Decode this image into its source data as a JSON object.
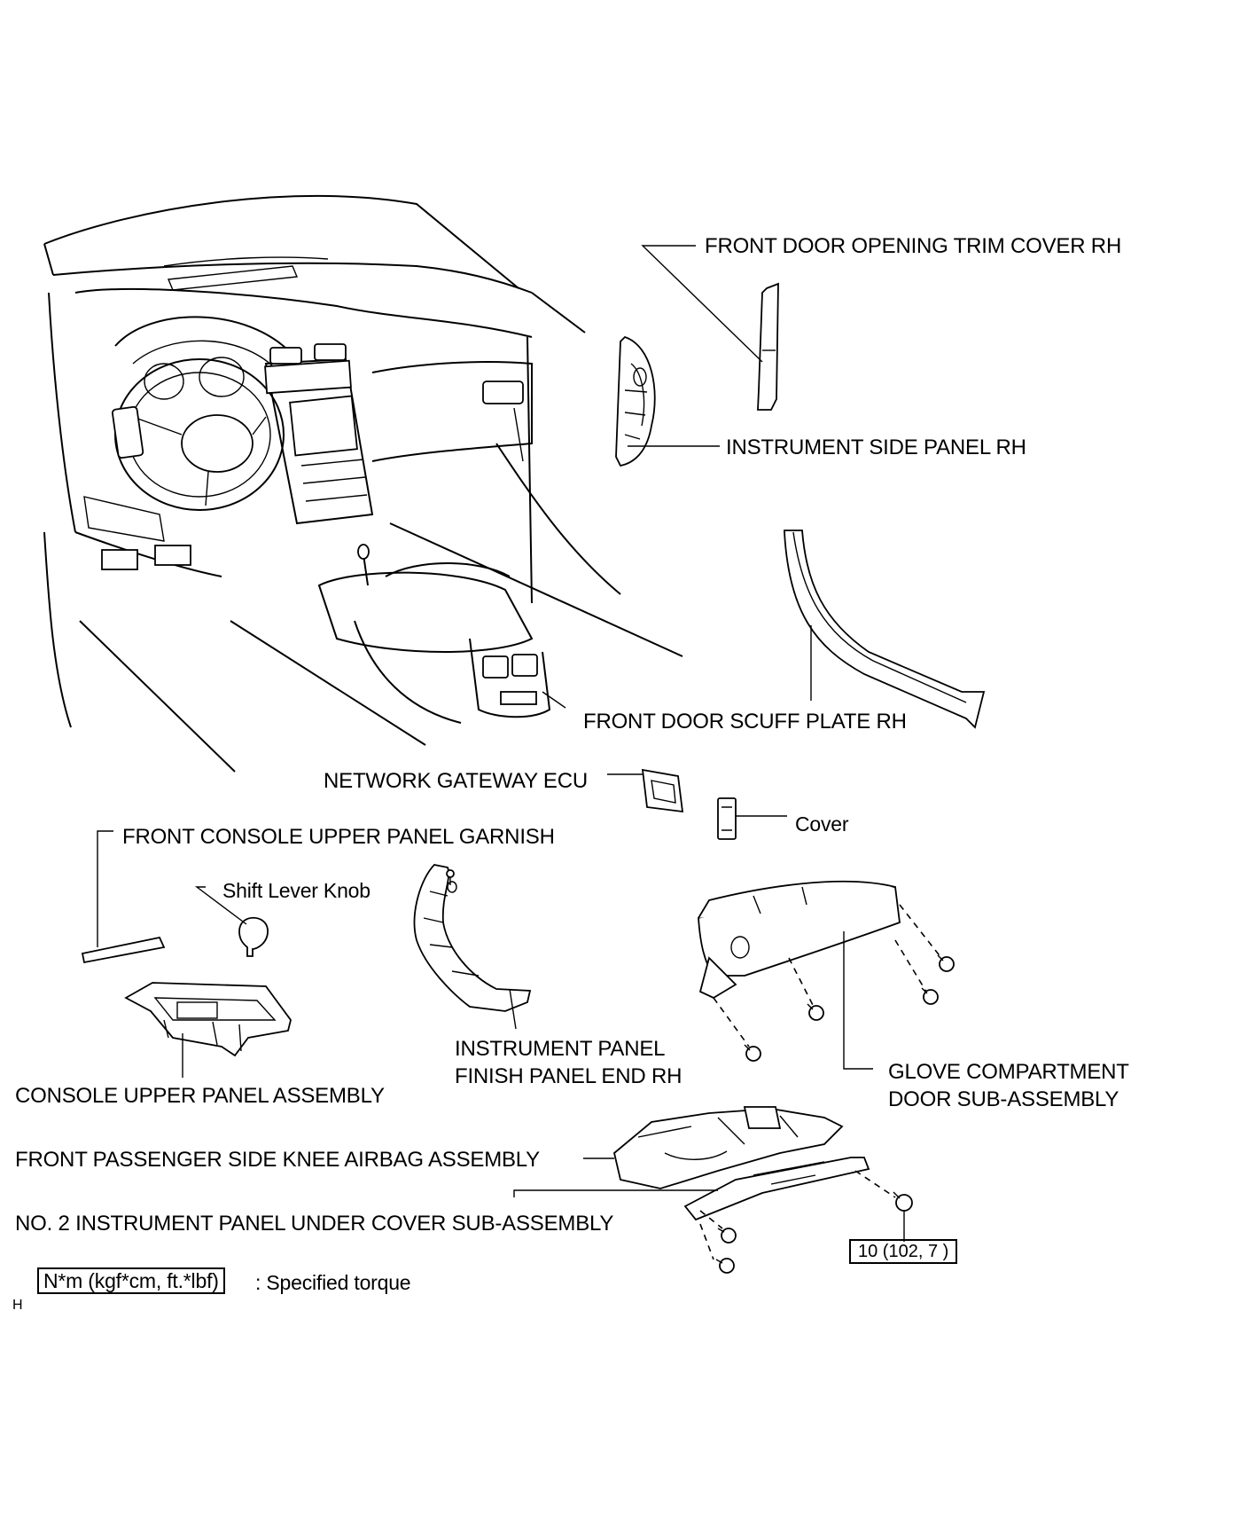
{
  "diagram": {
    "labels": {
      "trim_cover": "FRONT DOOR OPENING TRIM COVER RH",
      "side_panel": "INSTRUMENT SIDE PANEL RH",
      "scuff_plate": "FRONT DOOR SCUFF PLATE RH",
      "gateway_ecu": "NETWORK GATEWAY ECU",
      "cover": "Cover",
      "garnish": "FRONT CONSOLE UPPER PANEL GARNISH",
      "shift_knob": "Shift Lever Knob",
      "finish_panel_line1": "INSTRUMENT PANEL",
      "finish_panel_line2": "FINISH PANEL END RH",
      "console_upper": "CONSOLE UPPER PANEL ASSEMBLY",
      "glove_line1": "GLOVE COMPARTMENT",
      "glove_line2": "DOOR SUB-ASSEMBLY",
      "knee_airbag": "FRONT PASSENGER SIDE KNEE AIRBAG ASSEMBLY",
      "under_cover": "NO. 2 INSTRUMENT PANEL UNDER COVER SUB-ASSEMBLY"
    },
    "torque_value": "10 (102, 7 )",
    "legend": {
      "unit_box": "N*m (kgf*cm, ft.*lbf)",
      "description": ": Specified torque"
    },
    "corner_mark": "H"
  }
}
